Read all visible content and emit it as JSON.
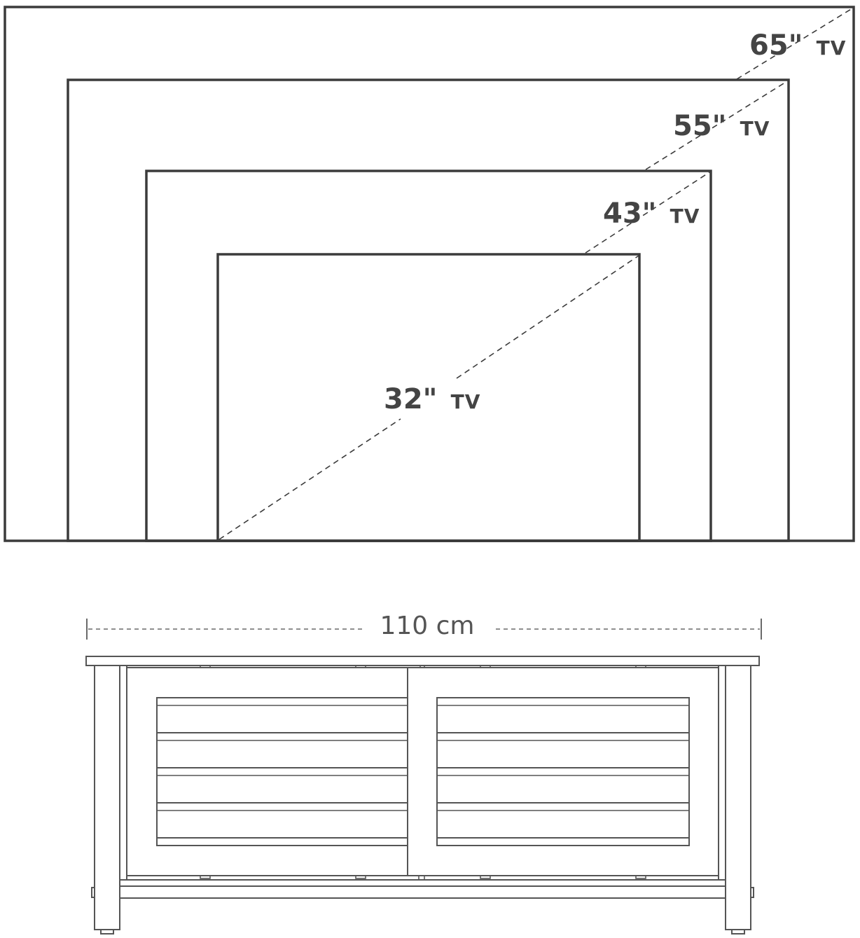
{
  "tv_labels": [
    {
      "size": "65\"",
      "unit": "TV"
    },
    {
      "size": "55\"",
      "unit": "TV"
    },
    {
      "size": "43\"",
      "unit": "TV"
    },
    {
      "size": "32\"",
      "unit": "TV"
    }
  ],
  "stand": {
    "width_label": "110 cm"
  },
  "colors": {
    "line": "#3b3b3b",
    "furniture_line": "#555555",
    "text": "#444444",
    "background": "#ffffff"
  }
}
